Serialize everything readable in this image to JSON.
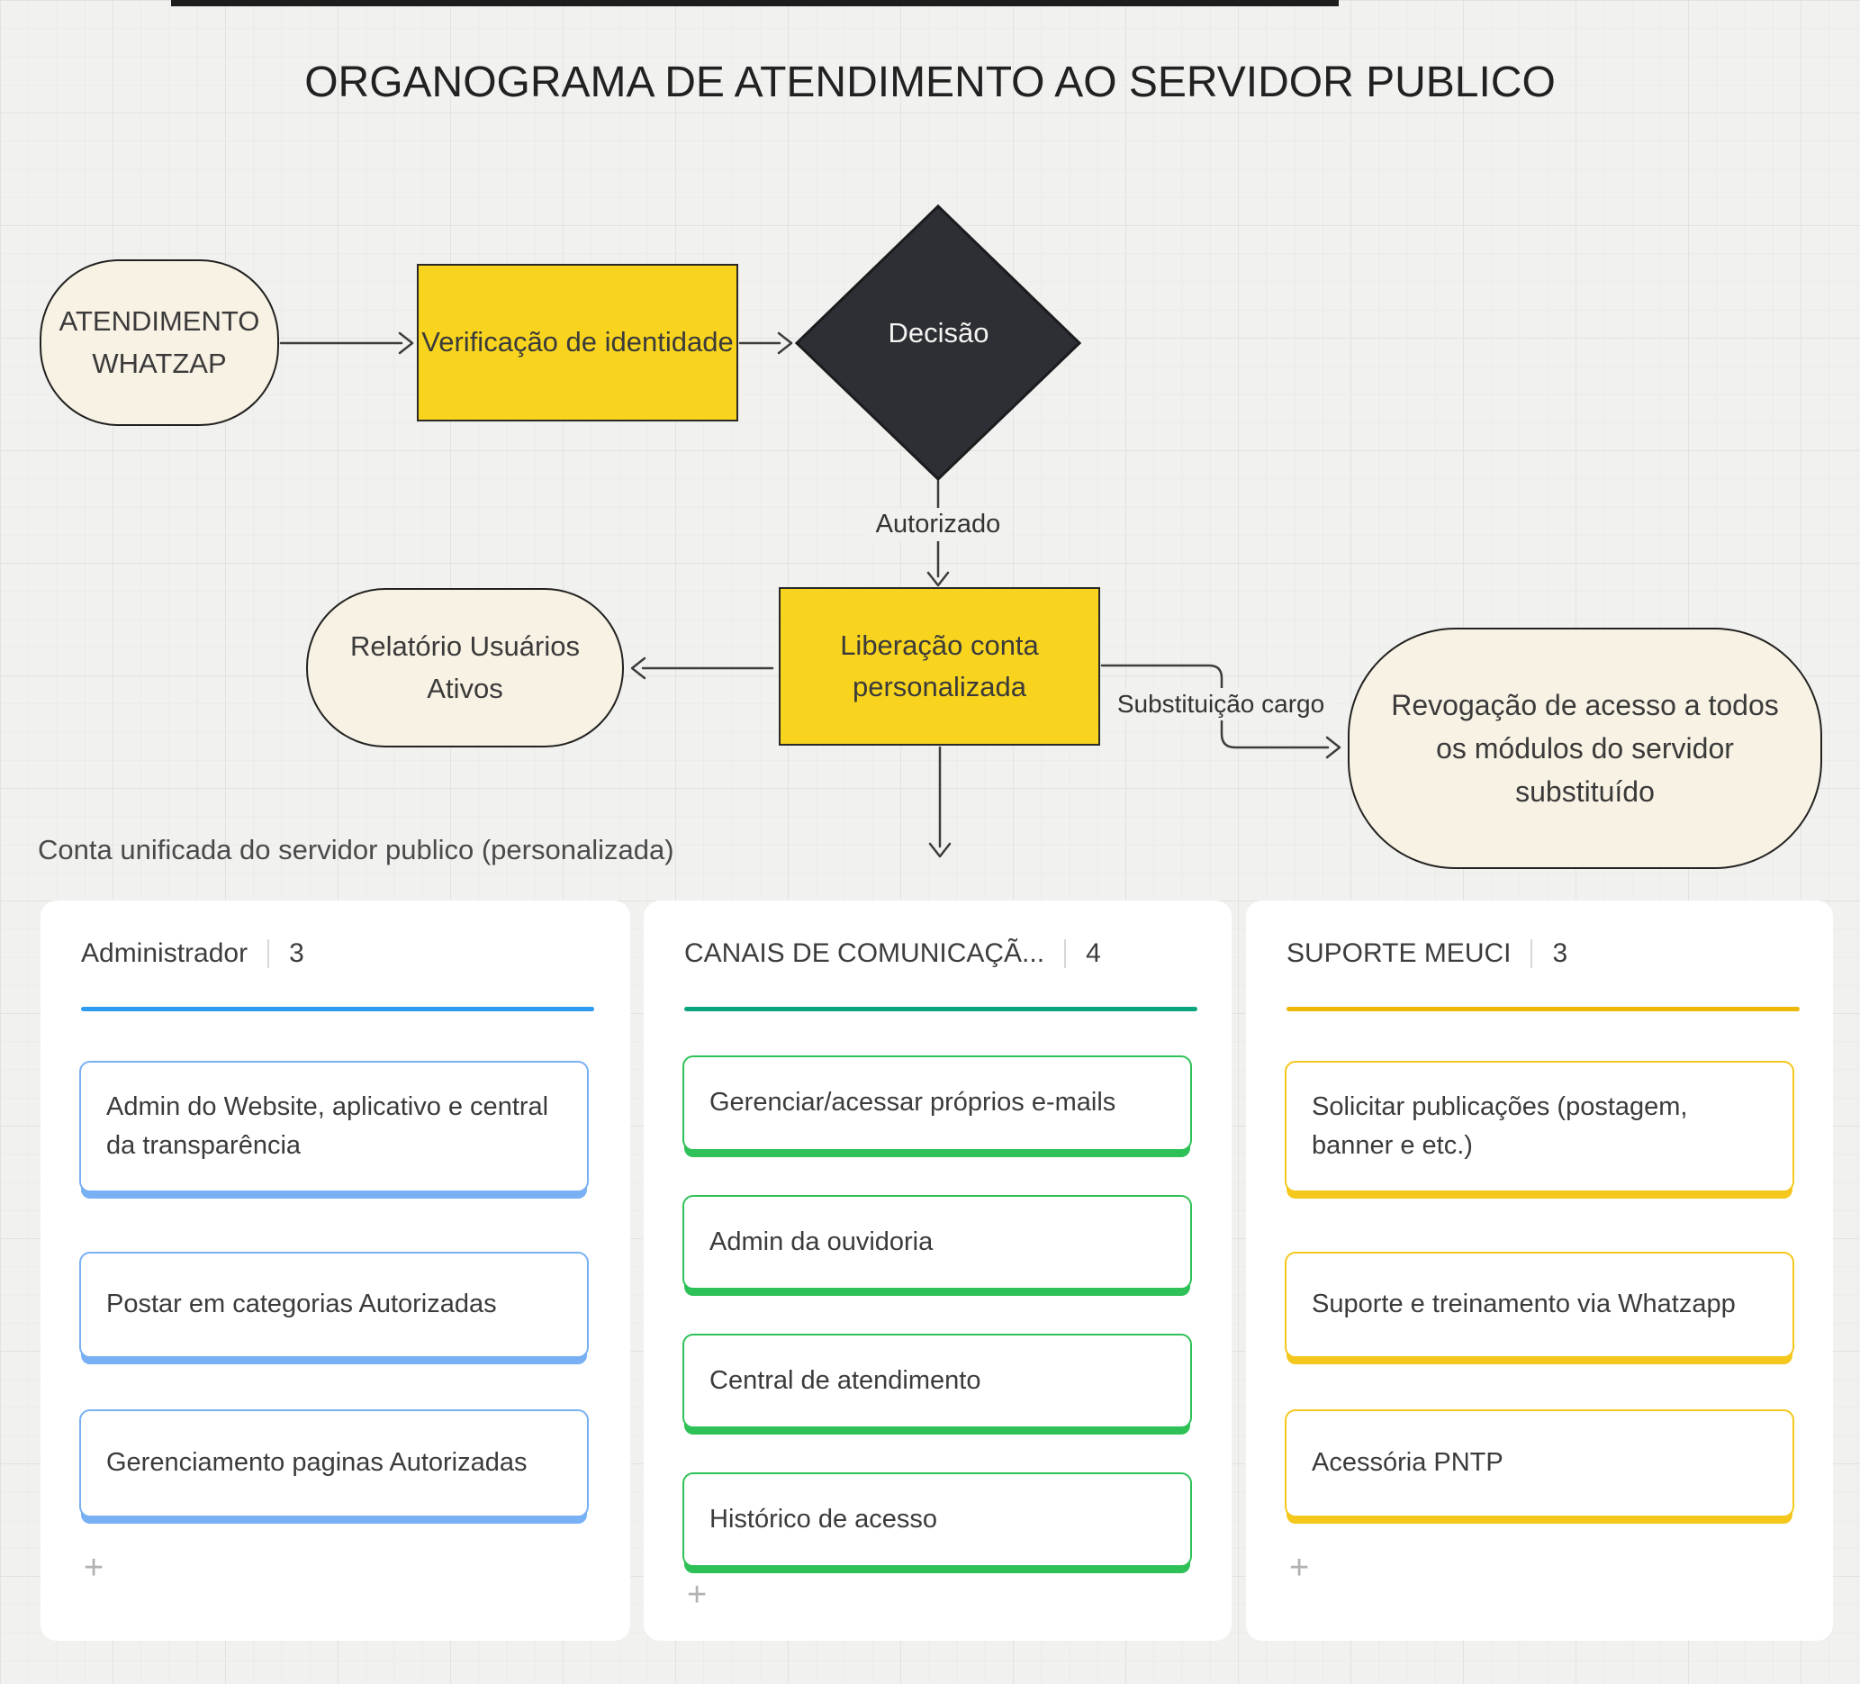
{
  "title": "ORGANOGRAMA DE ATENDIMENTO AO SERVIDOR PUBLICO",
  "flowchart": {
    "start": "ATENDIMENTO WHATZAP",
    "verify": "Verificação de identidade",
    "decision": "Decisão",
    "release": "Liberação conta personalizada",
    "report": "Relatório Usuários Ativos",
    "revoke": "Revogação de acesso a todos os módulos do servidor substituído",
    "label_authorized": "Autorizado",
    "label_substitution": "Substituição cargo",
    "note": "Conta unificada do servidor publico (personalizada)"
  },
  "colors": {
    "canvas": "#f1f1ef",
    "grid_minor": "#eaeae8",
    "grid_major": "#e2e2e0",
    "node_yellow": "#f8d41f",
    "node_cream": "#f8f2e4",
    "diamond_dark": "#2d2f34",
    "arrow": "#3d3d3d",
    "col0_accent": "#2d9bf0",
    "col0_card_border": "#79b0f4",
    "col1_accent": "#0ba47e",
    "col1_card_border": "#2ec157",
    "col2_accent": "#ecb705",
    "col2_card_border": "#f4c71c"
  },
  "columns": [
    {
      "title": "Administrador",
      "count": "3",
      "add_label": "+",
      "cards": [
        "Admin do Website, aplicativo e central da transparência",
        "Postar em categorias Autorizadas",
        "Gerenciamento paginas Autorizadas"
      ]
    },
    {
      "title": "CANAIS DE COMUNICAÇÃ...",
      "count": "4",
      "add_label": "+",
      "cards": [
        "Gerenciar/acessar  próprios e-mails",
        "Admin da ouvidoria",
        "Central de atendimento",
        "Histórico de acesso"
      ]
    },
    {
      "title": "SUPORTE MEUCI",
      "count": "3",
      "add_label": "+",
      "cards": [
        "Solicitar publicações  (postagem, banner e etc.)",
        "Suporte e treinamento via Whatzapp",
        "Acessória PNTP"
      ]
    }
  ]
}
